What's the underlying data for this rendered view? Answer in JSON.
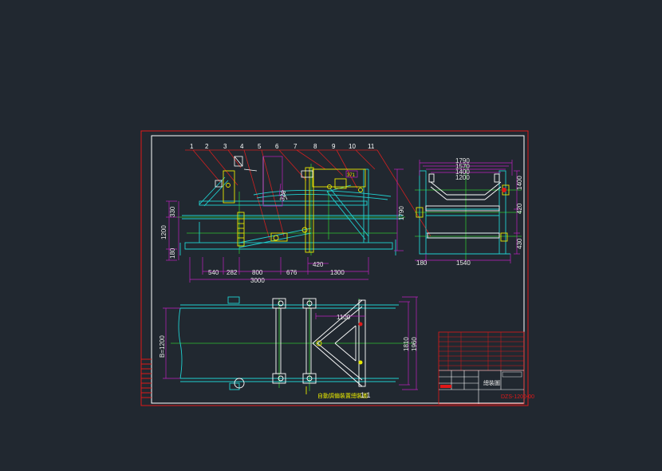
{
  "colors": {
    "background": "#212830",
    "border": "#e01818",
    "frame": "#ffffff",
    "dimension": "#c020c0",
    "dimension_text": "#e8e8e8",
    "part": "#e8e800",
    "centerline": "#30c030",
    "cyan": "#20d0d0",
    "leader": "#d02020",
    "numbers": "#ffffff"
  },
  "balloons": [
    "1",
    "2",
    "3",
    "4",
    "5",
    "6",
    "7",
    "8",
    "9",
    "10",
    "11"
  ],
  "front_view": {
    "dims_bottom_row1": [
      "540",
      "282",
      "800",
      "676",
      "1300"
    ],
    "dim_overall": "3000",
    "dim_420": "420",
    "dims_left": [
      "330",
      "1200",
      "180"
    ],
    "dim_height_right": "1790",
    "dim_320": "320",
    "small_tag": "371"
  },
  "side_view": {
    "dims_top": [
      "1790",
      "1570",
      "1400",
      "1200"
    ],
    "dims_right": [
      "1400",
      "420",
      "430"
    ],
    "dims_bottom": [
      "180",
      "1540"
    ]
  },
  "plan_view": {
    "dim_belt": "B=1200",
    "dim_1100": "1100",
    "dims_right": [
      "1810",
      "1960"
    ],
    "caption": "自動調偏裝置總裝圖",
    "scale": "1:1"
  },
  "title_block": {
    "drawing_number": "DZS-1200-00",
    "drawing_name": "總裝圖"
  }
}
